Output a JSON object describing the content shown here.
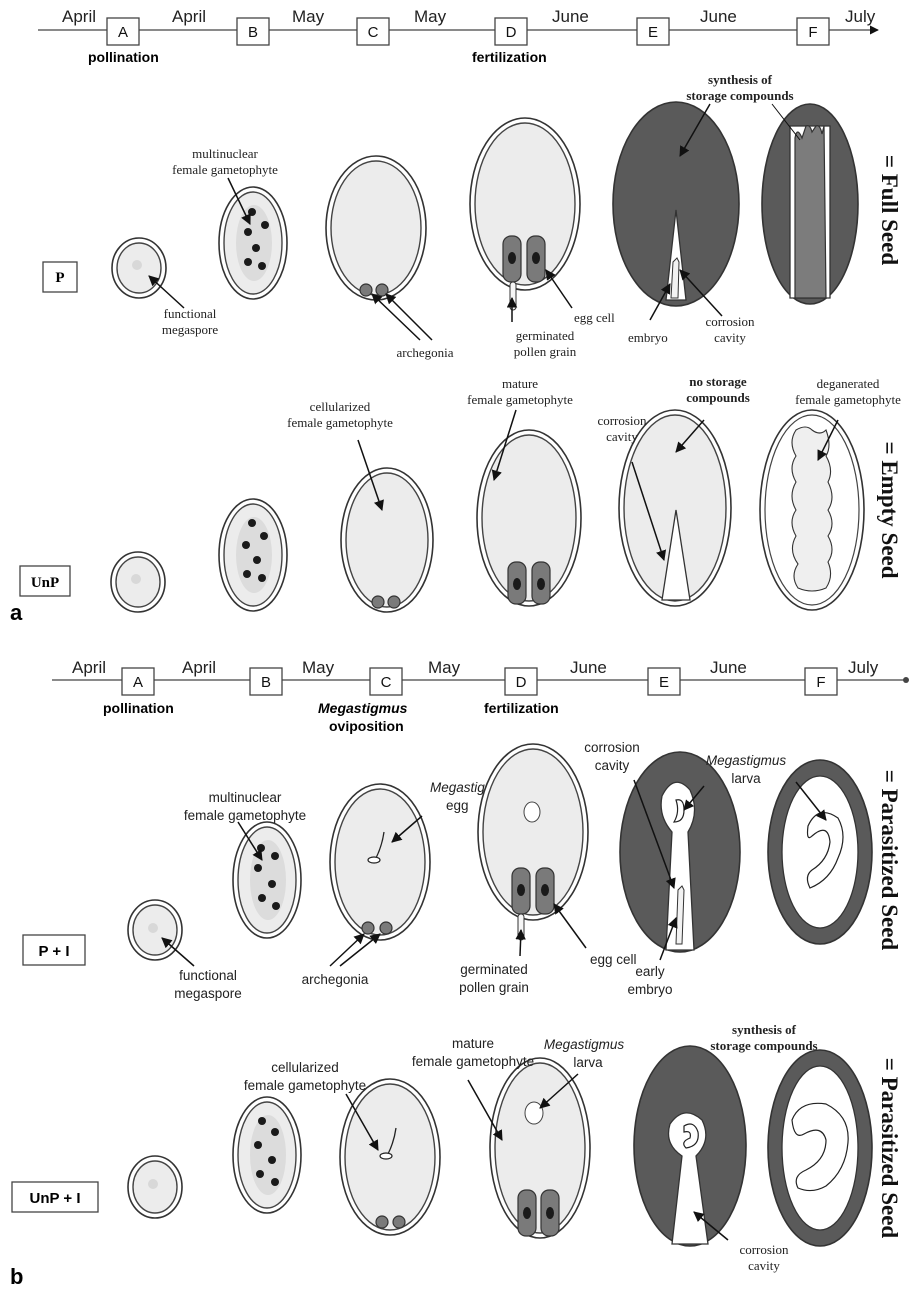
{
  "panel_a": {
    "letter": "a",
    "timeline": {
      "months": [
        "April",
        "April",
        "May",
        "May",
        "June",
        "June",
        "July"
      ],
      "stages": [
        "A",
        "B",
        "C",
        "D",
        "E",
        "F"
      ],
      "events": {
        "pollination": "pollination",
        "fertilization": "fertilization"
      }
    },
    "row_p": {
      "tag": "P",
      "outcome": "= Full Seed",
      "labels": {
        "synthesis": [
          "synthesis of",
          "storage compounds"
        ],
        "multinuclear": [
          "multinuclear",
          "female gametophyte"
        ],
        "functional_megaspore": [
          "functional",
          "megaspore"
        ],
        "archegonia": "archegonia",
        "egg_cell": "egg cell",
        "germinated_pollen": [
          "germinated",
          "pollen grain"
        ],
        "embryo": "embryo",
        "corrosion_cavity": [
          "corrosion",
          "cavity"
        ]
      }
    },
    "row_unp": {
      "tag": "UnP",
      "outcome": "= Empty Seed",
      "labels": {
        "cellularized": [
          "cellularized",
          "female gametophyte"
        ],
        "mature": [
          "mature",
          "female gametophyte"
        ],
        "no_storage": [
          "no storage",
          "compounds"
        ],
        "corrosion_cavity": [
          "corrosion",
          "cavity"
        ],
        "degenerated": [
          "deganerated",
          "female gametophyte"
        ]
      }
    }
  },
  "panel_b": {
    "letter": "b",
    "timeline": {
      "months": [
        "April",
        "April",
        "May",
        "May",
        "June",
        "June",
        "July"
      ],
      "stages": [
        "A",
        "B",
        "C",
        "D",
        "E",
        "F"
      ],
      "events": {
        "pollination": "pollination",
        "megastigmus": "Megastigmus",
        "oviposition": "oviposition",
        "fertilization": "fertilization"
      }
    },
    "row_pi": {
      "tag": "P + I",
      "outcome": "= Parasitized Seed",
      "labels": {
        "multinuclear": [
          "multinuclear",
          "female gametophyte"
        ],
        "megastigmus_egg": [
          "Megastigmus",
          "egg"
        ],
        "functional_megaspore": [
          "functional",
          "megaspore"
        ],
        "archegonia": "archegonia",
        "germinated_pollen": [
          "germinated",
          "pollen grain"
        ],
        "egg_cell": "egg cell",
        "corrosion_cavity": [
          "corrosion",
          "cavity"
        ],
        "megastigmus_larva": [
          "Megastigmus",
          "larva"
        ],
        "early_embryo": [
          "early",
          "embryo"
        ]
      }
    },
    "row_unpi": {
      "tag": "UnP + I",
      "outcome": "= Parasitized Seed",
      "labels": {
        "synthesis": [
          "synthesis of",
          "storage compounds"
        ],
        "cellularized": [
          "cellularized",
          "female gametophyte"
        ],
        "mature": [
          "mature",
          "female gametophyte"
        ],
        "megastigmus_larva": [
          "Megastigmus",
          "larva"
        ],
        "corrosion_cavity": [
          "corrosion",
          "cavity"
        ]
      }
    }
  }
}
